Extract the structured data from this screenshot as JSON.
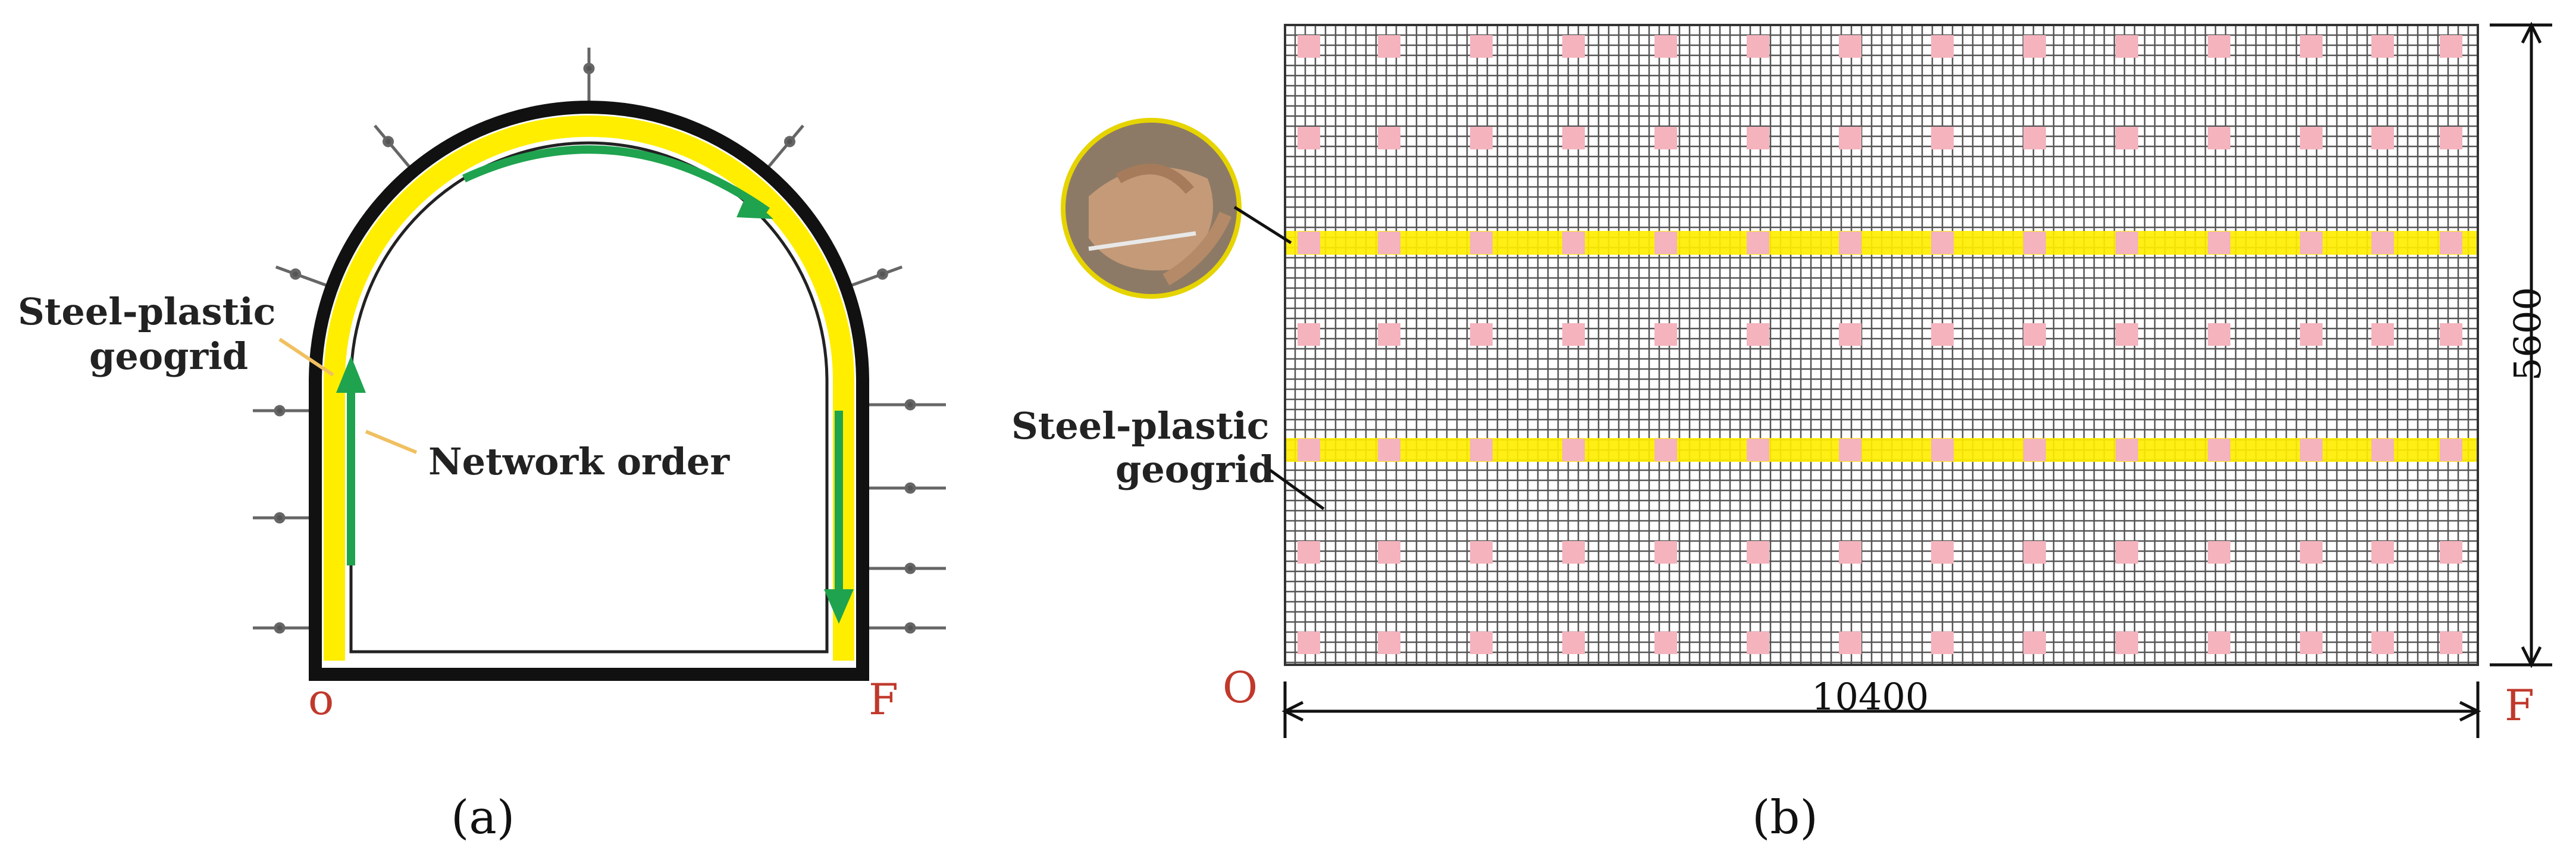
{
  "panel_a": {
    "label_geogrid_line1": "Steel-plastic",
    "label_geogrid_line2": "geogrid",
    "label_network_order": "Network order",
    "point_o": "o",
    "point_f": "F",
    "caption": "(a)"
  },
  "panel_b": {
    "label_geogrid_line1": "Steel-plastic",
    "label_geogrid_line2": "geogrid",
    "point_o": "O",
    "point_f": "F",
    "width_dim": "10400",
    "height_dim": "5600",
    "caption": "(b)"
  },
  "colors": {
    "geogrid_yellow": "#ffee00",
    "arrow_green": "#1fa34f",
    "node_pink": "#f4b3bd",
    "label_red": "#c0392b",
    "leader_tan": "#f0c060"
  },
  "icons": [
    "photo-inset-icon"
  ]
}
